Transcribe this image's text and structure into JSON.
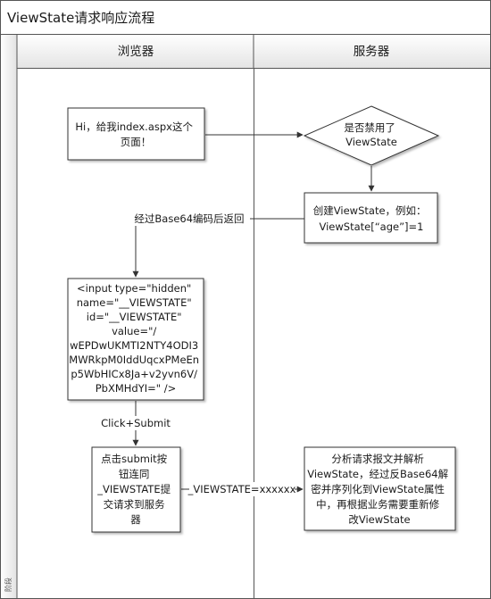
{
  "diagram": {
    "title": "ViewState请求响应流程",
    "side_label": "阶段",
    "lanes": {
      "browser": "浏览器",
      "server": "服务器"
    },
    "nodes": {
      "request": [
        "Hi，给我index.aspx这个",
        "页面！"
      ],
      "decision": [
        "是否禁用了",
        "ViewState"
      ],
      "create": [
        "创建ViewState，例如：",
        "ViewState[“age”]=1"
      ],
      "hidden_input": [
        "<input type=\"hidden\"",
        "name=\"__VIEWSTATE\"",
        "id=\"__VIEWSTATE\"",
        "value=\"/",
        "wEPDwUKMTI2NTY4ODI3",
        "MWRkpM0IddUqcxPMeEn",
        "p5WbHICx8Ja+v2yvn6V/",
        "PbXMHdYI=\" />"
      ],
      "submit": [
        "点击submit按",
        "钮连同",
        "_VIEWSTATE提",
        "交请求到服务",
        "器"
      ],
      "parse": [
        "分析请求报文并解析",
        "ViewState，经过反Base64解",
        "密并序列化到ViewState属性",
        "中，再根据业务需要重新修",
        "改ViewState"
      ]
    },
    "edges": {
      "encode_return": "经过Base64编码后返回",
      "click_submit": "Click+Submit",
      "viewstate_post": "_VIEWSTATE=xxxxxx"
    }
  }
}
